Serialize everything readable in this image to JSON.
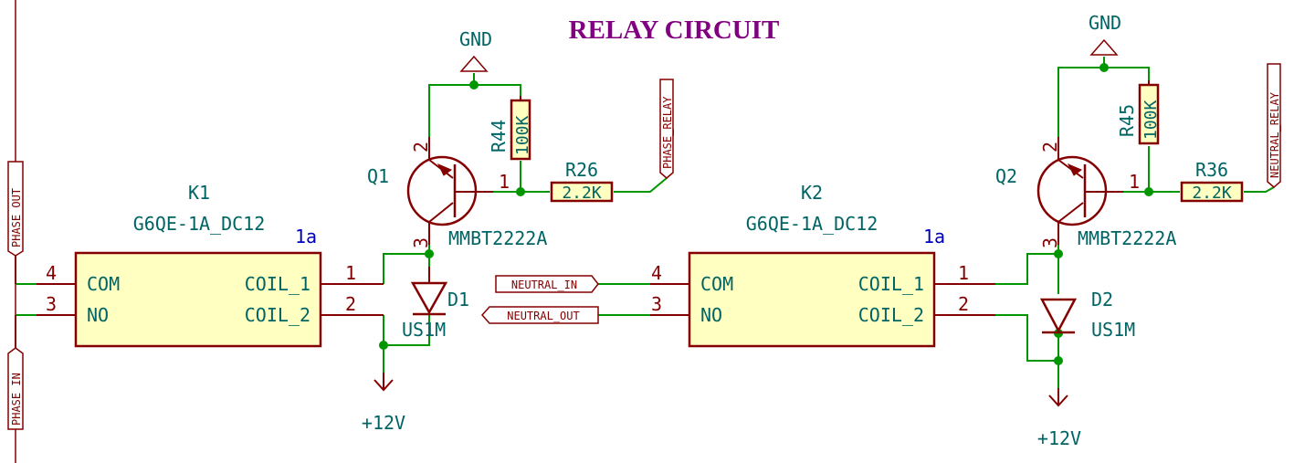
{
  "title": "RELAY CIRCUIT",
  "nets": {
    "gnd": "GND",
    "vcc": "+12V",
    "phase_out": "PHASE_OUT",
    "phase_in": "PHASE_IN",
    "phase_relay": "PHASE_RELAY",
    "neutral_relay": "NEUTRAL_RELAY",
    "neutral_in": "NEUTRAL_IN",
    "neutral_out": "NEUTRAL_OUT"
  },
  "relays": [
    {
      "ref": "K1",
      "value": "G6QE-1A_DC12",
      "unit": "1a",
      "pins": {
        "com": "COM",
        "no": "NO",
        "coil1": "COIL_1",
        "coil2": "COIL_2",
        "n4": "4",
        "n3": "3",
        "n1": "1",
        "n2": "2"
      }
    },
    {
      "ref": "K2",
      "value": "G6QE-1A_DC12",
      "unit": "1a",
      "pins": {
        "com": "COM",
        "no": "NO",
        "coil1": "COIL_1",
        "coil2": "COIL_2",
        "n4": "4",
        "n3": "3",
        "n1": "1",
        "n2": "2"
      }
    }
  ],
  "transistors": [
    {
      "ref": "Q1",
      "value": "MMBT2222A",
      "pin_b": "1",
      "pin_c": "2",
      "pin_e": "3"
    },
    {
      "ref": "Q2",
      "value": "MMBT2222A",
      "pin_b": "1",
      "pin_c": "2",
      "pin_e": "3"
    }
  ],
  "resistors": [
    {
      "ref": "R44",
      "value": "100K"
    },
    {
      "ref": "R26",
      "value": "2.2K"
    },
    {
      "ref": "R45",
      "value": "100K"
    },
    {
      "ref": "R36",
      "value": "2.2K"
    }
  ],
  "diodes": [
    {
      "ref": "D1",
      "value": "US1M"
    },
    {
      "ref": "D2",
      "value": "US1M"
    }
  ]
}
